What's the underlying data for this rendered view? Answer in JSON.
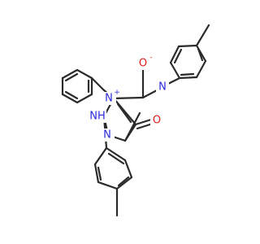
{
  "colors": {
    "bond": "#2b2b2b",
    "N": "#2b2bd9",
    "O": "#e0201b",
    "background": "#ffffff"
  },
  "atoms": [
    {
      "id": "n1",
      "element": "N",
      "label": "N",
      "charge": "+"
    },
    {
      "id": "n2",
      "element": "N",
      "label": "N",
      "charge": ""
    },
    {
      "id": "nh",
      "element": "N",
      "label": "NH",
      "charge": ""
    },
    {
      "id": "o1",
      "element": "O",
      "label": "O",
      "charge": ""
    },
    {
      "id": "om",
      "element": "O",
      "label": "O",
      "charge": "-"
    },
    {
      "id": "na",
      "element": "N",
      "label": "N",
      "charge": ""
    }
  ]
}
